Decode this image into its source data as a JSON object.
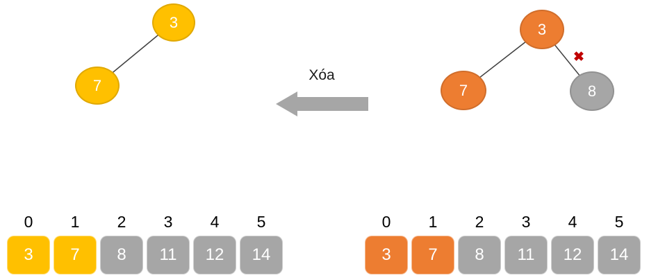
{
  "colors": {
    "yellow": "#FFC000",
    "orange": "#ED7D31",
    "gray": "#A6A6A6",
    "edge": "#404040",
    "arrow_fill": "#A6A6A6",
    "arrow_stroke": "#8F8F8F"
  },
  "middle": {
    "arrow_label": "Xóa"
  },
  "left_tree": {
    "nodes": [
      {
        "label": "3",
        "color": "#FFC000"
      },
      {
        "label": "7",
        "color": "#FFC000"
      }
    ]
  },
  "right_tree": {
    "nodes": [
      {
        "label": "3",
        "color": "#ED7D31"
      },
      {
        "label": "7",
        "color": "#ED7D31"
      },
      {
        "label": "8",
        "color": "#A6A6A6"
      }
    ],
    "delete_mark": "✖",
    "delete_mark_color": "#C00000"
  },
  "left_array": {
    "indices": [
      "0",
      "1",
      "2",
      "3",
      "4",
      "5"
    ],
    "cells": [
      {
        "value": "3",
        "color": "#FFC000"
      },
      {
        "value": "7",
        "color": "#FFC000"
      },
      {
        "value": "8",
        "color": "#A6A6A6"
      },
      {
        "value": "11",
        "color": "#A6A6A6"
      },
      {
        "value": "12",
        "color": "#A6A6A6"
      },
      {
        "value": "14",
        "color": "#A6A6A6"
      }
    ]
  },
  "right_array": {
    "indices": [
      "0",
      "1",
      "2",
      "3",
      "4",
      "5"
    ],
    "cells": [
      {
        "value": "3",
        "color": "#ED7D31"
      },
      {
        "value": "7",
        "color": "#ED7D31"
      },
      {
        "value": "8",
        "color": "#A6A6A6"
      },
      {
        "value": "11",
        "color": "#A6A6A6"
      },
      {
        "value": "12",
        "color": "#A6A6A6"
      },
      {
        "value": "14",
        "color": "#A6A6A6"
      }
    ]
  }
}
